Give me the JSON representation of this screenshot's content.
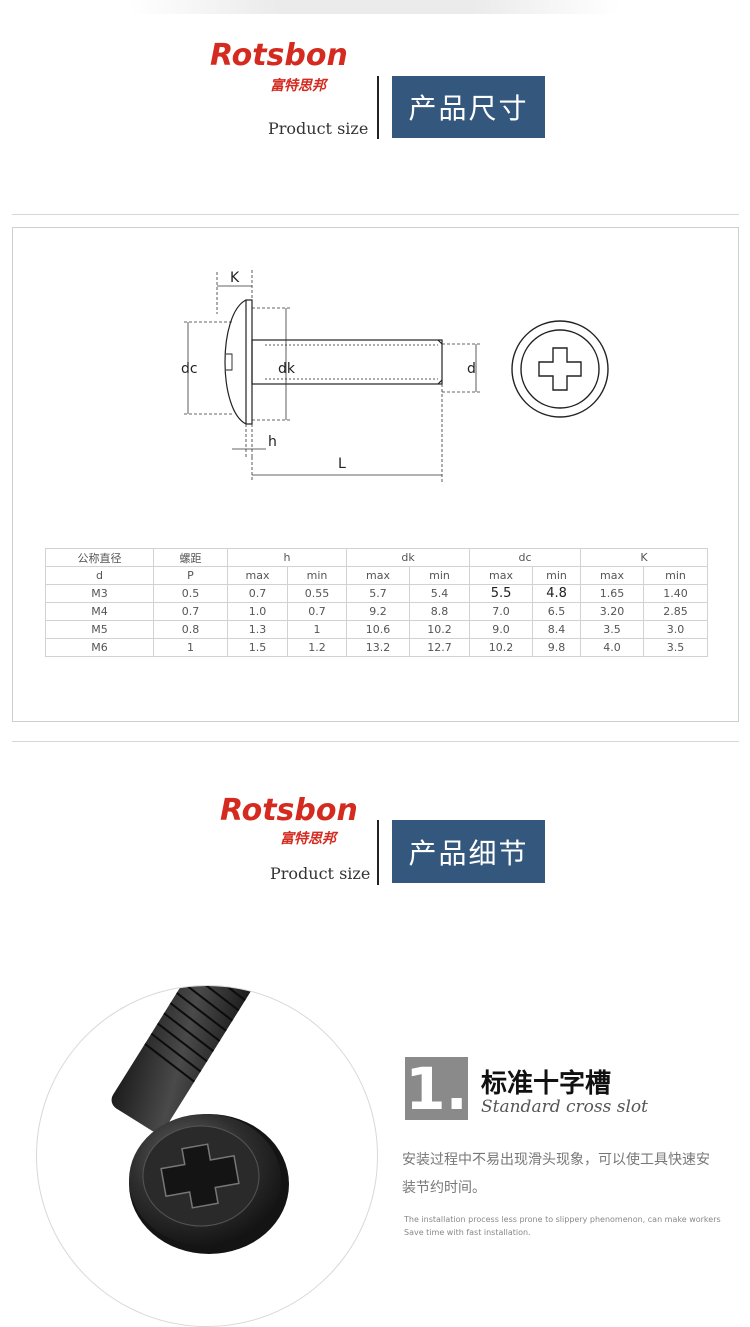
{
  "header1": {
    "logo_mark": "Rotsbon",
    "logo_cn": "富特思邦",
    "subtitle": "Product size",
    "title": "产品尺寸"
  },
  "diagram": {
    "label_k": "K",
    "label_dc": "dc",
    "label_dk": "dk",
    "label_d": "d",
    "label_h": "h",
    "label_l": "L"
  },
  "spec_table": {
    "col1_header_cn": "公称直径",
    "col1_header": "d",
    "col2_header_cn": "螺距",
    "col2_header": "P",
    "groups": [
      "h",
      "dk",
      "dc",
      "K"
    ],
    "subheaders": [
      "max",
      "min",
      "max",
      "min",
      "max",
      "min",
      "max",
      "min"
    ],
    "rows": [
      [
        "M3",
        "0.5",
        "0.7",
        "0.55",
        "5.7",
        "5.4",
        "5.5",
        "4.8",
        "1.65",
        "1.40"
      ],
      [
        "M4",
        "0.7",
        "1.0",
        "0.7",
        "9.2",
        "8.8",
        "7.0",
        "6.5",
        "3.20",
        "2.85"
      ],
      [
        "M5",
        "0.8",
        "1.3",
        "1",
        "10.6",
        "10.2",
        "9.0",
        "8.4",
        "3.5",
        "3.0"
      ],
      [
        "M6",
        "1",
        "1.5",
        "1.2",
        "13.2",
        "12.7",
        "10.2",
        "9.8",
        "4.0",
        "3.5"
      ]
    ]
  },
  "header2": {
    "logo_mark": "Rotsbon",
    "logo_cn": "富特思邦",
    "subtitle": "Product size",
    "title": "产品细节"
  },
  "feature": {
    "number": "1.",
    "title_cn": "标准十字槽",
    "title_en": "Standard cross slot",
    "desc_cn": "安装过程中不易出现滑头现象，可以使工具快速安装节约时间。",
    "desc_en": "The installation process less prone to slippery phenomenon, can make workers Save time with fast installation."
  }
}
